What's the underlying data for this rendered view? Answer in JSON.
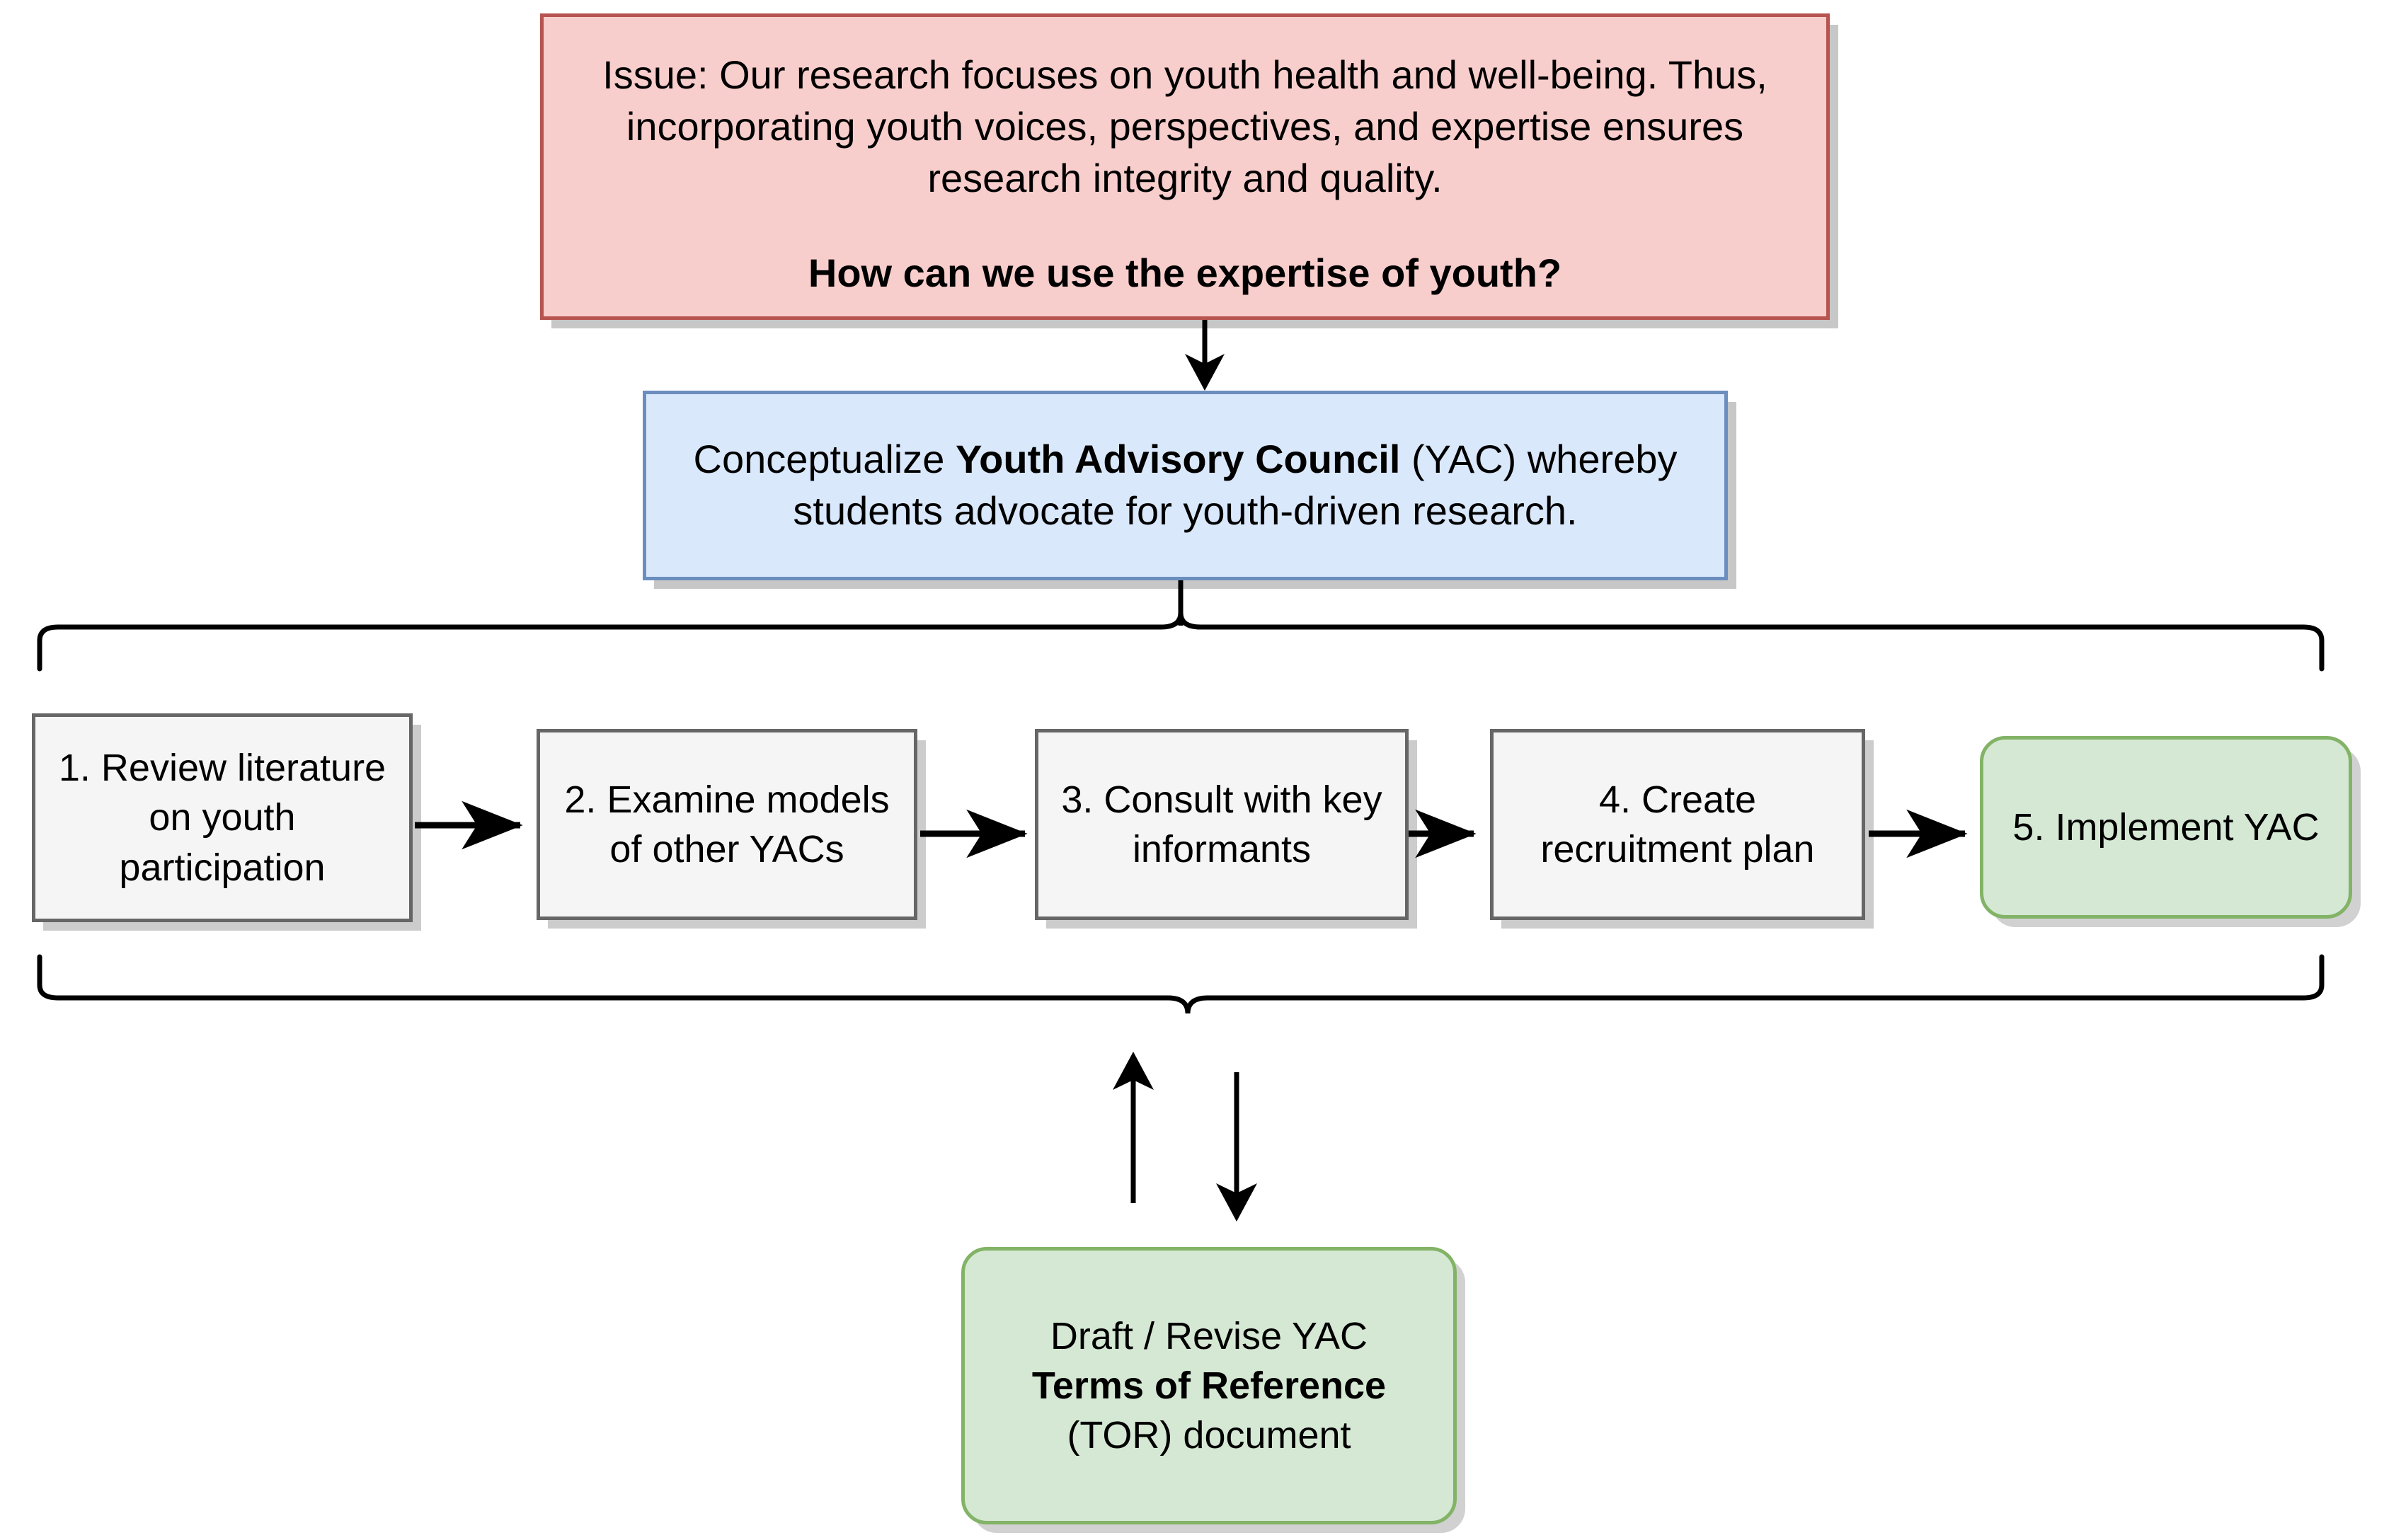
{
  "diagram": {
    "title": "Youth Advisory Council development process flowchart",
    "colors": {
      "issue_fill": "#f8cecc",
      "issue_stroke": "#b85450",
      "concept_fill": "#dae8fc",
      "concept_stroke": "#6c8ebf",
      "step_fill": "#f5f5f5",
      "step_stroke": "#666666",
      "green_fill": "#d5e8d4",
      "green_stroke": "#82b366",
      "connector": "#000000",
      "background": "#ffffff"
    }
  },
  "issue_box": {
    "paragraph": "Issue: Our research focuses on youth health and well-being. Thus, incorporating youth voices, perspectives, and expertise ensures research integrity and quality.",
    "question": "How can we use the expertise of youth?"
  },
  "concept_box": {
    "lead": "Conceptualize ",
    "bold": "Youth Advisory Council",
    "tail": " (YAC) whereby students advocate for youth-driven research."
  },
  "steps": [
    {
      "number": "1.",
      "label": "1. Review literature on youth participation"
    },
    {
      "number": "2.",
      "label": "2. Examine models of other YACs"
    },
    {
      "number": "3.",
      "label": "3. Consult with key informants"
    },
    {
      "number": "4.",
      "label": "4. Create recruitment plan"
    },
    {
      "number": "5.",
      "label": "5. Implement YAC"
    }
  ],
  "tor_box": {
    "line1": "Draft / Revise YAC",
    "line2": "Terms of Reference",
    "line3": "(TOR) document"
  },
  "connectors": [
    {
      "name": "issue-to-concept",
      "kind": "arrow-down"
    },
    {
      "name": "concept-to-process-group",
      "kind": "brace-down"
    },
    {
      "name": "step1-to-step2",
      "kind": "arrow-right"
    },
    {
      "name": "step2-to-step3",
      "kind": "arrow-right"
    },
    {
      "name": "step3-to-step4",
      "kind": "arrow-right"
    },
    {
      "name": "step4-to-step5",
      "kind": "arrow-right"
    },
    {
      "name": "process-group-to-tor",
      "kind": "brace-up-and-arrows"
    },
    {
      "name": "tor-to-process-group",
      "kind": "arrow-up"
    },
    {
      "name": "process-group-to-tor-down",
      "kind": "arrow-down"
    }
  ]
}
